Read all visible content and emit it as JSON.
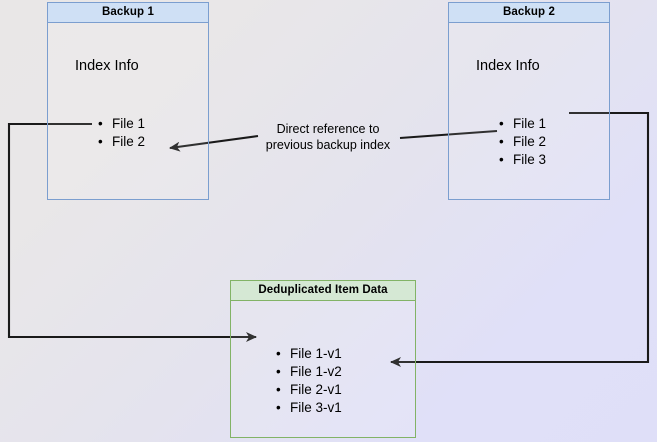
{
  "diagram": {
    "title_hidden": "",
    "colors": {
      "blue_border": "#7b9ecf",
      "blue_header_fill": "#cfe0f5",
      "green_border": "#82b366",
      "green_header_fill": "#d5e8d4",
      "wire": "#1a1a1a",
      "bg_start": "#e9e7e7",
      "bg_end": "#e0e0f8"
    },
    "boxes": [
      {
        "id": "backup1",
        "header": "Backup 1",
        "section_label": "Index Info",
        "items": [
          "File 1",
          "File 2"
        ]
      },
      {
        "id": "backup2",
        "header": "Backup 2",
        "section_label": "Index Info",
        "items": [
          "File 1",
          "File 2",
          "File 3"
        ]
      },
      {
        "id": "dedup",
        "header": "Deduplicated Item Data",
        "items": [
          "File 1-v1",
          "File 1-v2",
          "File 2-v1",
          "File 3-v1"
        ]
      }
    ],
    "annotation": {
      "text": "Direct reference to\nprevious backup index"
    }
  }
}
